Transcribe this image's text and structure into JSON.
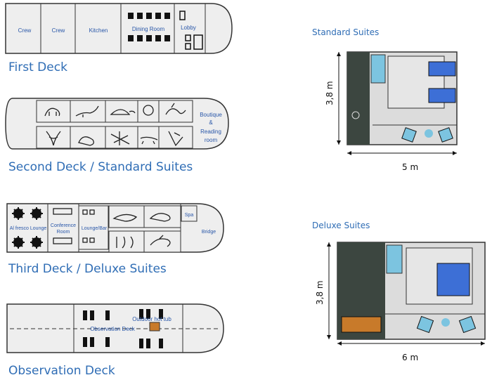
{
  "first_deck": {
    "title": "First Deck",
    "rooms": [
      "Crew",
      "Crew",
      "Kitchen",
      "Dining Room",
      "Lobby"
    ]
  },
  "second_deck": {
    "title": "Second Deck / Standard Suites",
    "boutique_lines": [
      "Boutique",
      "&",
      "Reading",
      "room"
    ]
  },
  "third_deck": {
    "title": "Third Deck / Deluxe Suites",
    "labels": {
      "al_fresco": "Al fresco Lounge",
      "conference_1": "Conference",
      "conference_2": "Room",
      "lounge_bar": "Lounge/Bar",
      "spa": "Spa",
      "bridge": "Bridge"
    }
  },
  "observation_deck": {
    "title": "Observation Deck",
    "labels": {
      "hot_tub": "Outdoor hot tub",
      "observation": "Observation Deck"
    }
  },
  "standard_suite": {
    "title": "Standard Suites",
    "height": "3,8 m",
    "width": "5 m"
  },
  "deluxe_suite": {
    "title": "Deluxe Suites",
    "height": "3,8 m",
    "width": "6 m"
  },
  "colors": {
    "title_blue": "#2f6db5",
    "deck_fill": "#eeeeee",
    "deck_stroke": "#333333",
    "bath_dark": "#3c4640",
    "bed_blue": "#3d6fd6",
    "label_blue": "#2856a8"
  }
}
